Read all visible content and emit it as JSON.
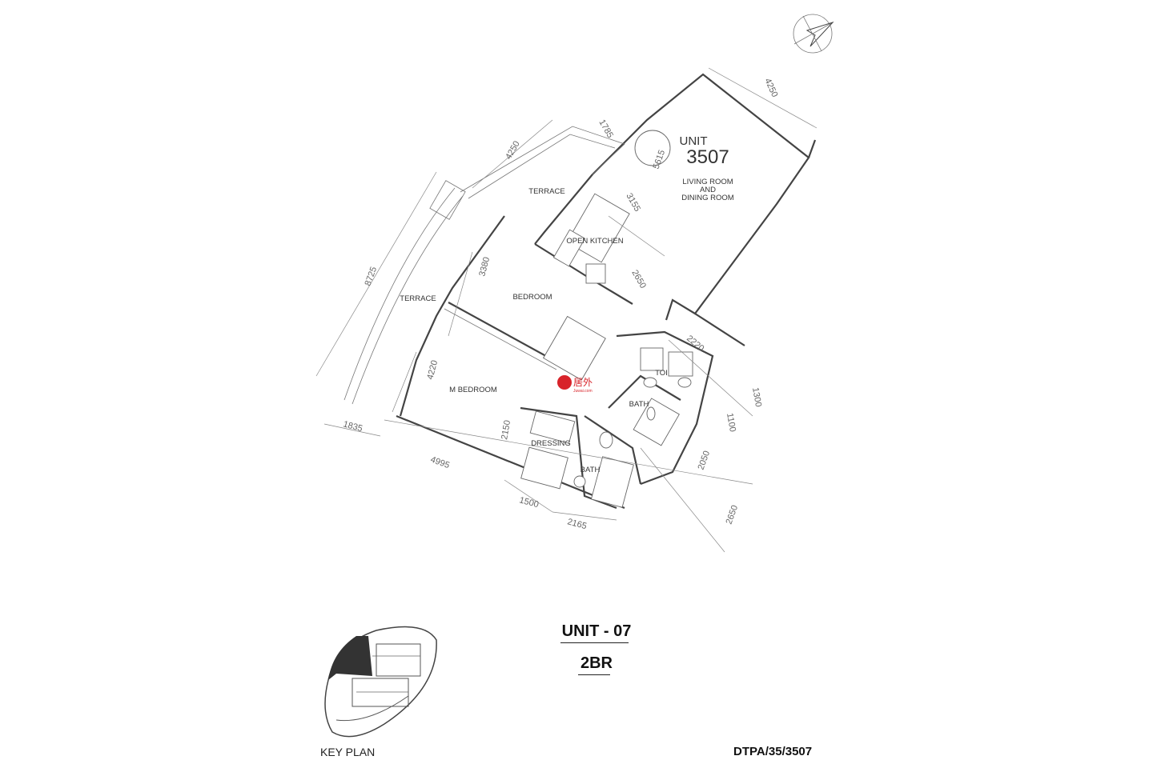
{
  "unit": {
    "unit_word": "UNIT",
    "unit_number": "3507"
  },
  "rooms": {
    "living": [
      "LIVING ROOM",
      "AND",
      "DINING ROOM"
    ],
    "terrace_top": "TERRACE",
    "terrace_left": "TERRACE",
    "open_kitchen": "OPEN KITCHEN",
    "bedroom": "BEDROOM",
    "m_bedroom": "M BEDROOM",
    "dressing": "DRESSING",
    "bath_main": "BATH",
    "bath_second": "BATH",
    "toilet": "TOI"
  },
  "dimensions": {
    "d4250_right": "4250",
    "d4250_left": "4250",
    "d1785": "1785",
    "d5615": "5615",
    "d3155": "3155",
    "d2650_kitchen": "2650",
    "d3380": "3380",
    "d8725": "8725",
    "d4220": "4220",
    "d2220": "2220",
    "d1300": "1300",
    "d1100": "1100",
    "d2050": "2050",
    "d2150": "2150",
    "d1835": "1835",
    "d4995": "4995",
    "d1500": "1500",
    "d2165": "2165",
    "d2650_bottom": "2650"
  },
  "watermark": {
    "brand_cn": "居外",
    "brand_site": "Juwai.com"
  },
  "title": {
    "unit_code": "UNIT - 07",
    "unit_type": "2BR"
  },
  "key_plan_label": "KEY PLAN",
  "reference": "DTPA/35/3507",
  "colors": {
    "line": "#444444",
    "key_plan_fill": "#333333",
    "watermark_red": "#d8232a"
  }
}
